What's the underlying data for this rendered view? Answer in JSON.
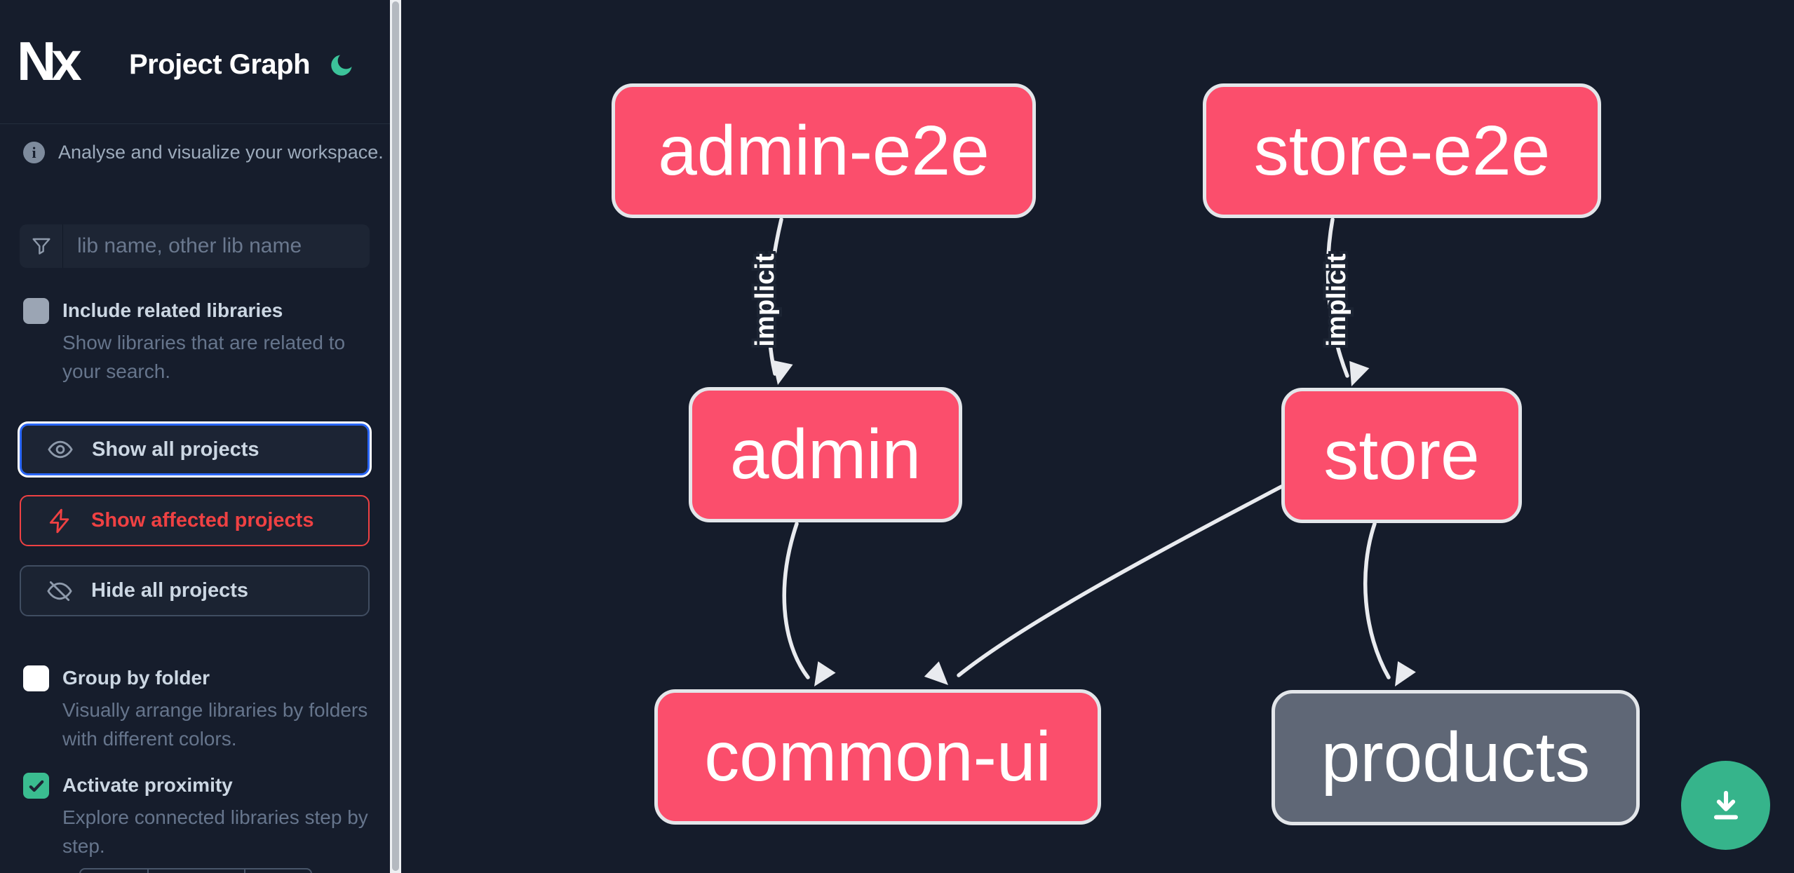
{
  "header": {
    "logo_text": "Nx",
    "title": "Project Graph",
    "theme_toggle_icon": "moon"
  },
  "sidebar": {
    "tagline": "Analyse and visualize your workspace.",
    "info_icon_glyph": "i",
    "search": {
      "placeholder": "lib name, other lib name"
    },
    "checkboxes": [
      {
        "label": "Include related libraries",
        "description": "Show libraries that are related to your search.",
        "checked": false,
        "state": "disabled"
      },
      {
        "label": "Group by folder",
        "description": "Visually arrange libraries by folders with different colors.",
        "checked": false,
        "state": "unchecked"
      },
      {
        "label": "Activate proximity",
        "description": "Explore connected libraries step by step.",
        "checked": true,
        "state": "checked",
        "checkmark": "✓"
      }
    ],
    "actions": [
      {
        "label": "Show all projects",
        "icon": "eye",
        "state": "focused"
      },
      {
        "label": "Show affected projects",
        "icon": "bolt",
        "state": "affected"
      },
      {
        "label": "Hide all projects",
        "icon": "eye-off",
        "state": "default"
      }
    ]
  },
  "graph": {
    "nodes": [
      {
        "id": "admin-e2e",
        "label": "admin-e2e",
        "type": "affected"
      },
      {
        "id": "store-e2e",
        "label": "store-e2e",
        "type": "affected"
      },
      {
        "id": "admin",
        "label": "admin",
        "type": "affected"
      },
      {
        "id": "store",
        "label": "store",
        "type": "affected"
      },
      {
        "id": "common-ui",
        "label": "common-ui",
        "type": "affected"
      },
      {
        "id": "products",
        "label": "products",
        "type": "unaffected"
      }
    ],
    "edges": [
      {
        "source": "admin-e2e",
        "target": "admin",
        "label": "implicit"
      },
      {
        "source": "store-e2e",
        "target": "store",
        "label": "implicit"
      },
      {
        "source": "admin",
        "target": "common-ui",
        "label": ""
      },
      {
        "source": "store",
        "target": "common-ui",
        "label": ""
      },
      {
        "source": "store",
        "target": "products",
        "label": ""
      }
    ]
  },
  "fab": {
    "icon": "download"
  },
  "colors": {
    "background": "#151c2b",
    "node_affected": "#fb4e6c",
    "node_unaffected": "#5f6776",
    "node_border": "#e3e6ea",
    "edge": "#e9ebef",
    "accent_green": "#36b48b",
    "focus_blue": "#2a66f6",
    "affected_red": "#ef4143"
  }
}
